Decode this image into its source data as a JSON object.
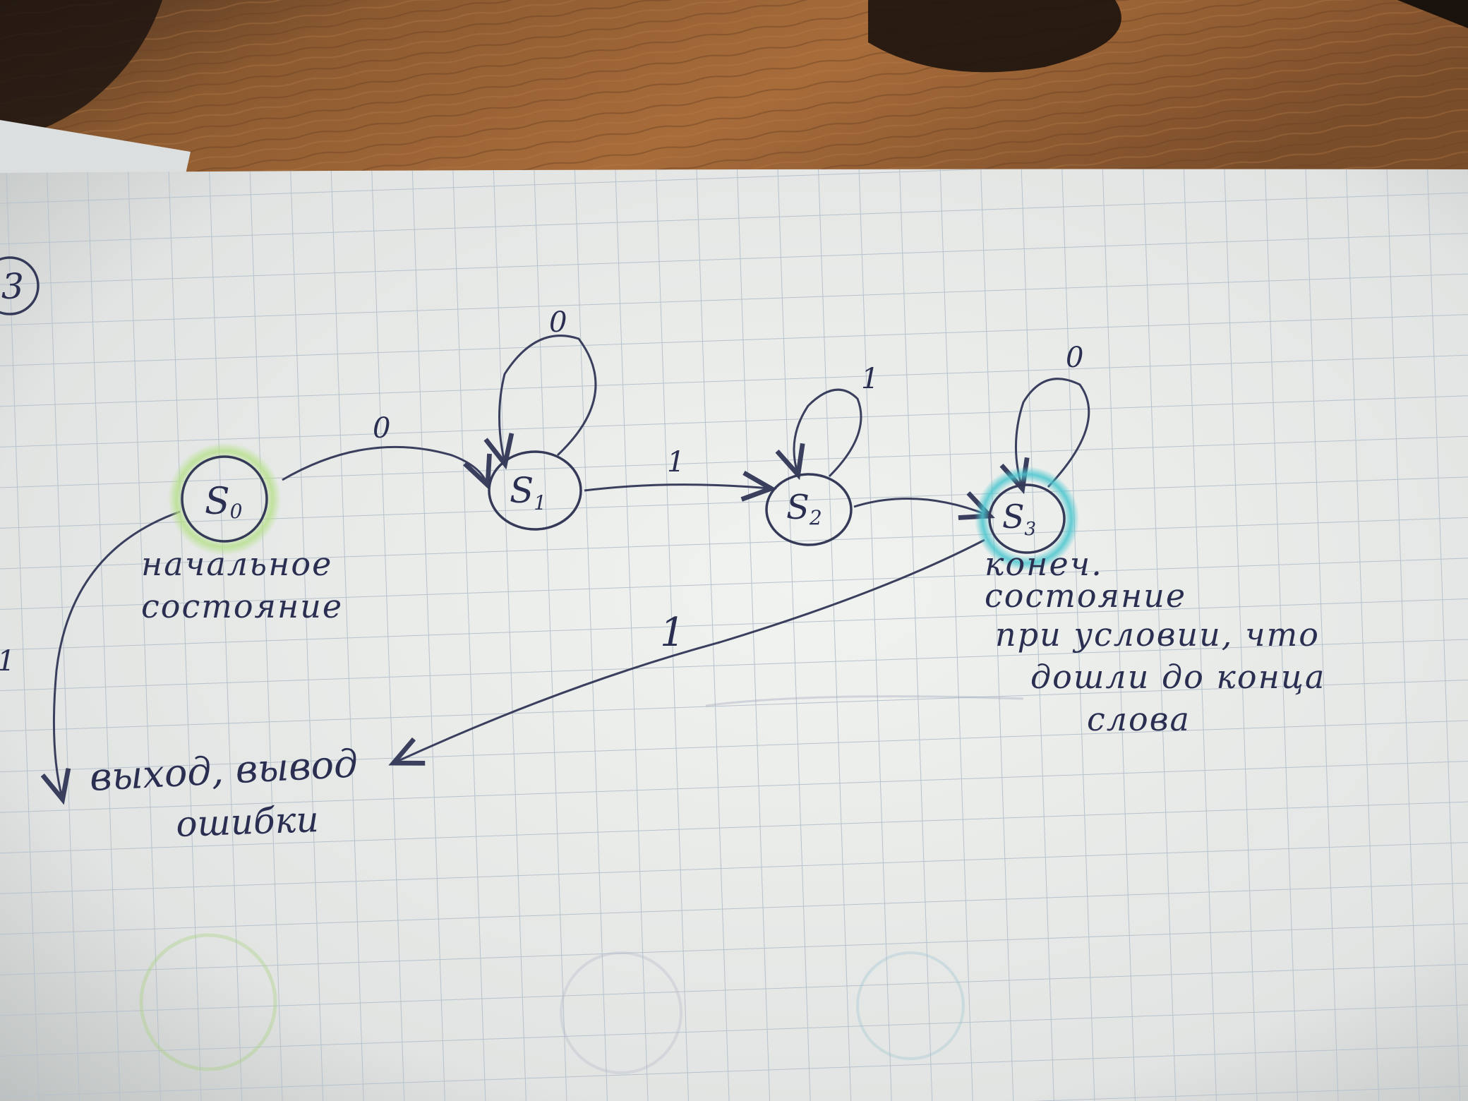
{
  "problem_number": "3",
  "states": {
    "s0": {
      "main": "S",
      "sub": "0",
      "caption": [
        "начальное",
        "состояние"
      ],
      "highlight": "#b6e08a"
    },
    "s1": {
      "main": "S",
      "sub": "1"
    },
    "s2": {
      "main": "S",
      "sub": "2"
    },
    "s3": {
      "main": "S",
      "sub": "3",
      "caption": [
        "конеч.",
        "состояние",
        "при условии, что",
        "дошли до конца",
        "слова"
      ],
      "highlight": "#49c6cf"
    }
  },
  "transitions": {
    "s0_to_s1": "0",
    "s1_loop": "0",
    "s1_to_s2": "1",
    "s2_loop": "1",
    "s3_loop": "0",
    "s0_to_exit": "1",
    "s3_to_exit": "1"
  },
  "exit_node": [
    "выход, вывод",
    "ошибки"
  ],
  "colors": {
    "ink": "#2a2f52",
    "grid": "#b9c4cc",
    "paper": "#eef0ee",
    "wood": "#8a5a32"
  }
}
